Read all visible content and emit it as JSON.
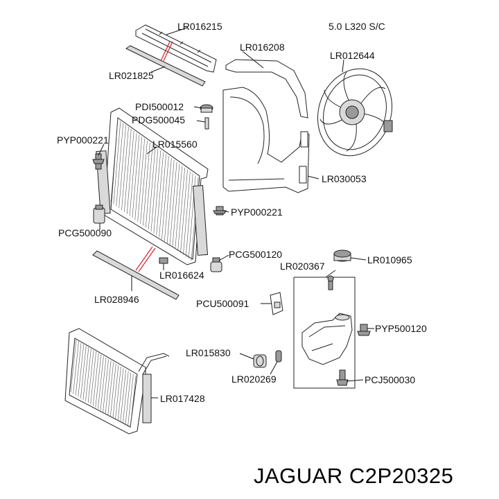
{
  "header": {
    "model": "5.0 L320 S/C"
  },
  "footer": {
    "part_title": "JAGUAR C2P20325"
  },
  "labels": {
    "lr016215": "LR016215",
    "lr016208": "LR016208",
    "lr021825": "LR021825",
    "lr012644": "LR012644",
    "pdi500012": "PDI500012",
    "pdg500045": "PDG500045",
    "pyp000221_left": "PYP000221",
    "lr015560": "LR015560",
    "lr030053": "LR030053",
    "pyp000221_mid": "PYP000221",
    "pcg500090": "PCG500090",
    "pcg500120": "PCG500120",
    "lr020367": "LR020367",
    "lr010965": "LR010965",
    "lr016624": "LR016624",
    "lr028946": "LR028946",
    "pcu500091": "PCU500091",
    "pyp500120": "PYP500120",
    "lr015830": "LR015830",
    "lr020269": "LR020269",
    "pcj500030": "PCJ500030",
    "lr017428": "LR017428"
  },
  "colors": {
    "highlight": "#d0202a",
    "line": "#222222"
  }
}
